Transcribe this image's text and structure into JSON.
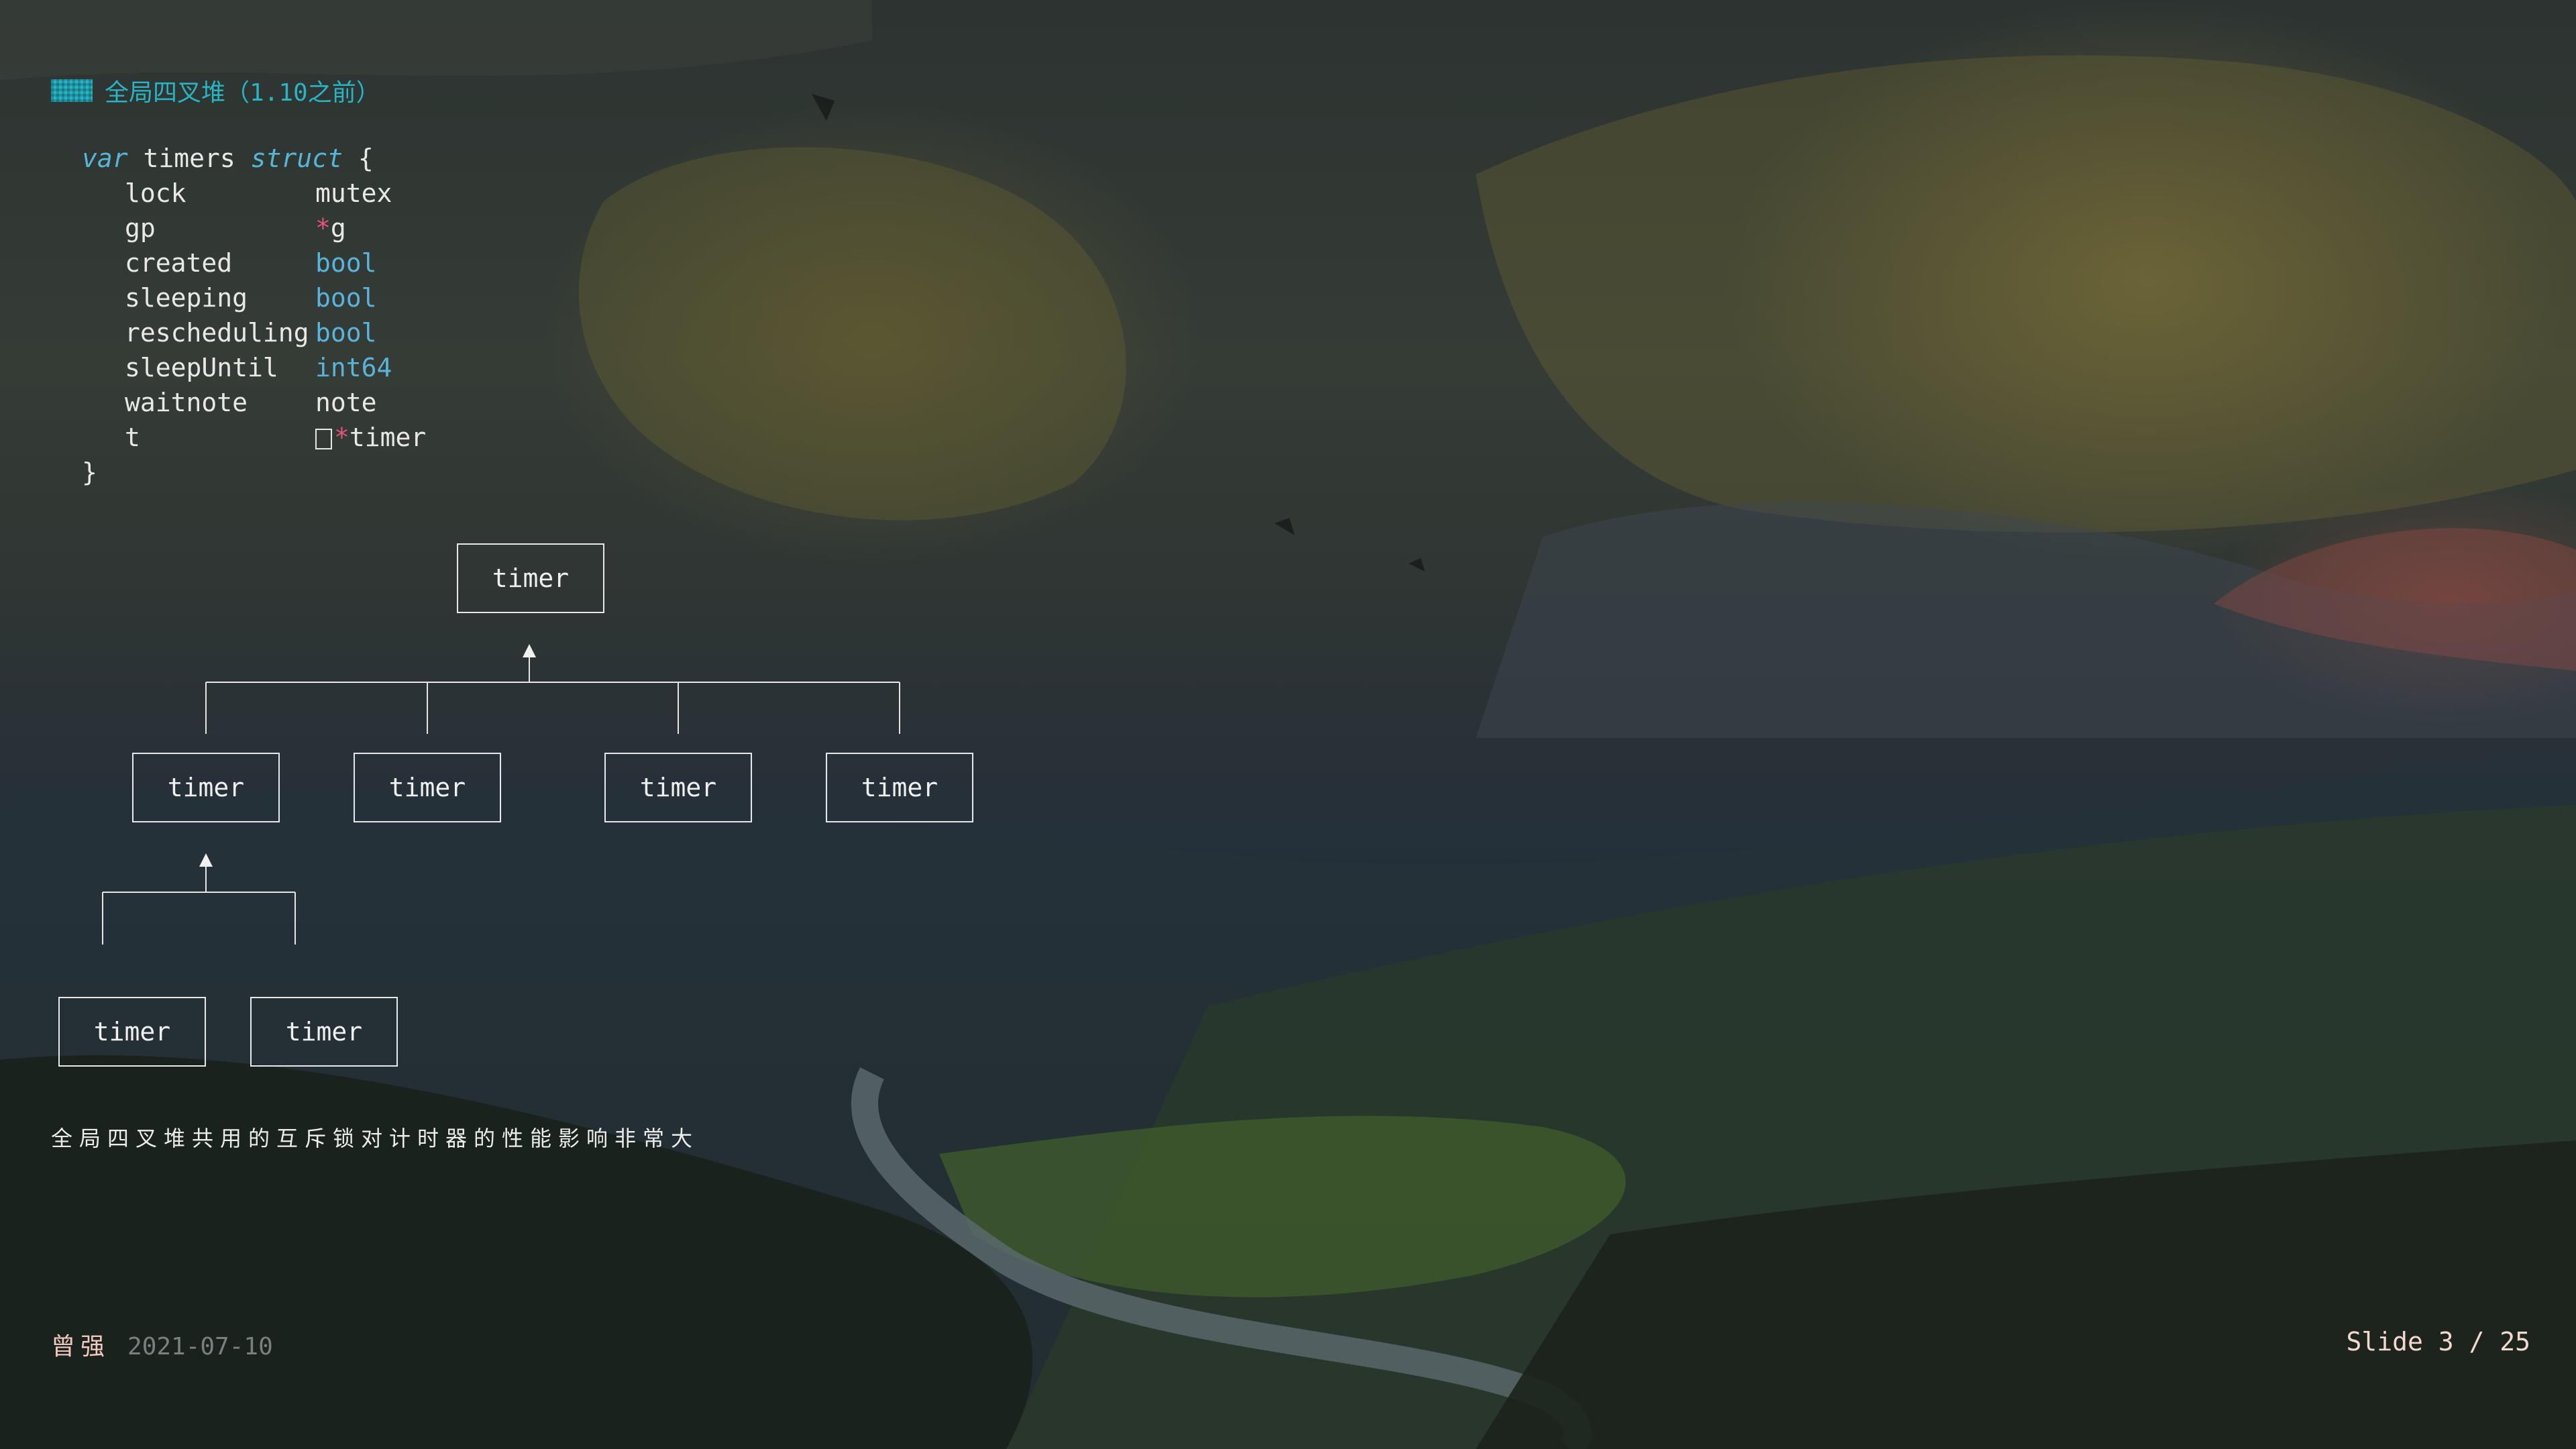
{
  "slide": {
    "heading": {
      "marker_icon": "block-marker",
      "text": "全局四叉堆（1.10之前）",
      "color": "#2ab3c4"
    },
    "code": {
      "open_keyword": "var",
      "struct_name": "timers",
      "struct_keyword": "struct",
      "open_brace": "{",
      "fields": [
        {
          "name": "lock",
          "type": "mutex"
        },
        {
          "name": "gp",
          "ptr": "*",
          "type": "g"
        },
        {
          "name": "created",
          "type": "bool"
        },
        {
          "name": "sleeping",
          "type": "bool"
        },
        {
          "name": "rescheduling",
          "type": "bool"
        },
        {
          "name": "sleepUntil",
          "type": "int64"
        },
        {
          "name": "waitnote",
          "type": "note"
        },
        {
          "name": "t",
          "slice_icon": "empty-brackets",
          "ptr": "*",
          "type": "timer"
        }
      ],
      "close_brace": "}"
    },
    "tree": {
      "root": "timer",
      "level1": [
        "timer",
        "timer",
        "timer",
        "timer"
      ],
      "level2": [
        "timer",
        "timer"
      ]
    },
    "note": "全局四叉堆共用的互斥锁对计时器的性能影响非常大"
  },
  "footer": {
    "author": "曾强",
    "date": "2021-07-10",
    "slide_counter": "Slide 3 / 25"
  }
}
